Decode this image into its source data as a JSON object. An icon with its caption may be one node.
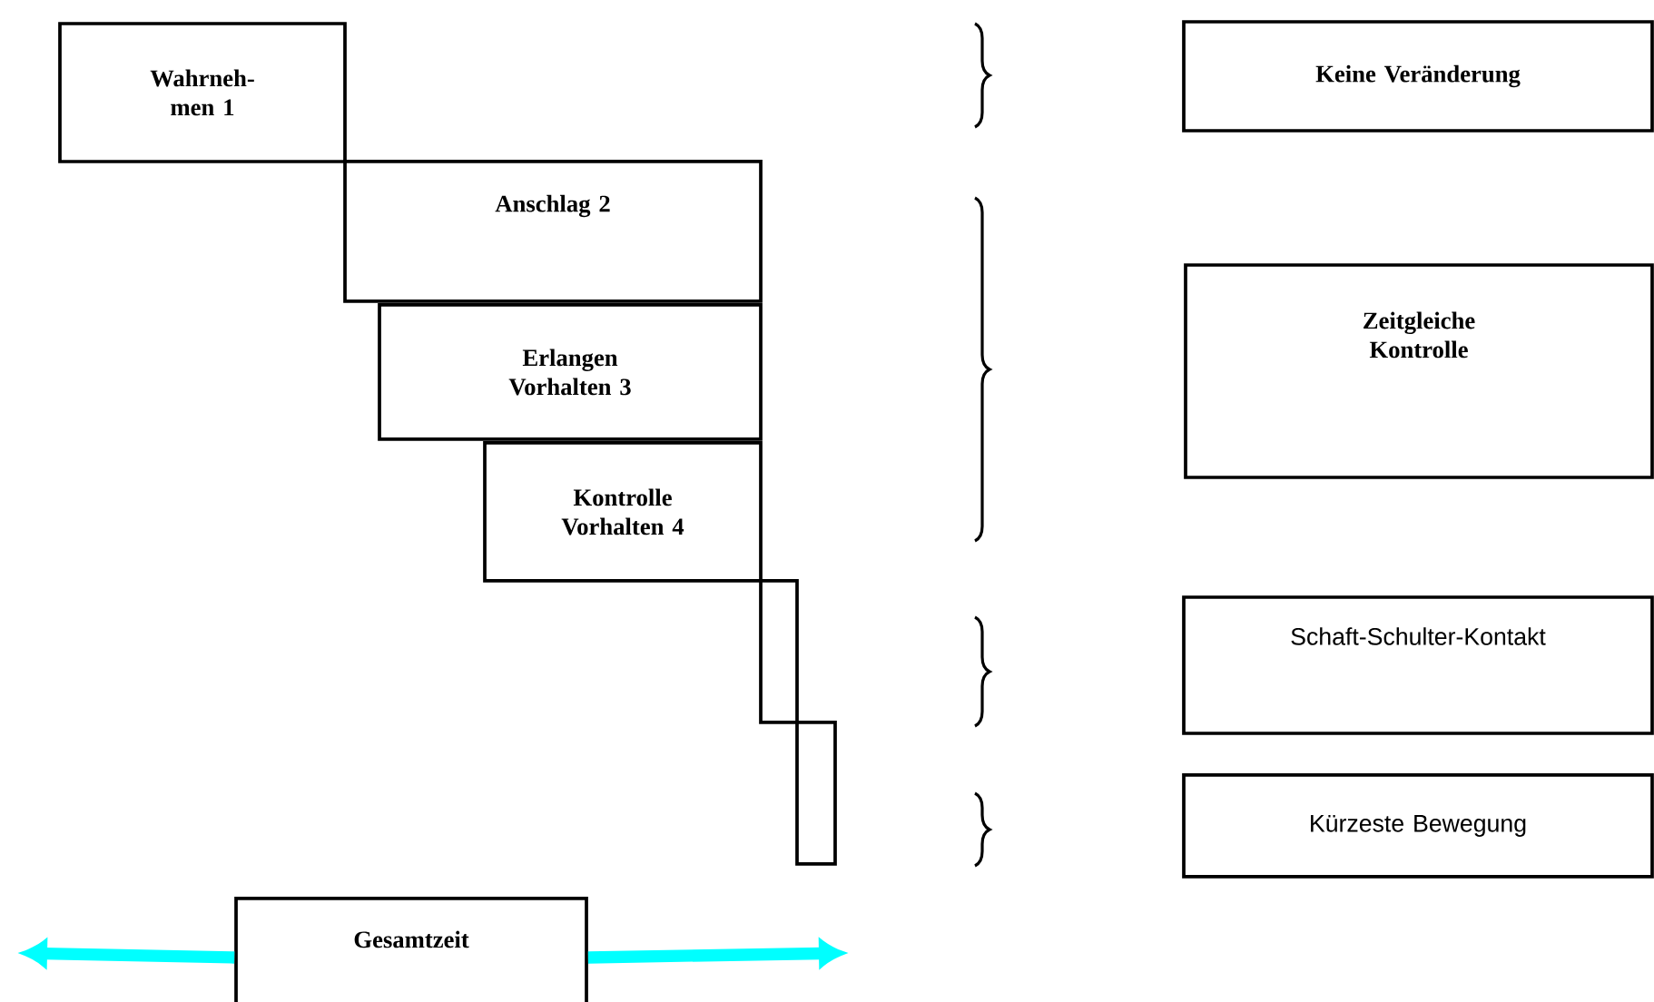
{
  "diagram": {
    "nodes": [
      {
        "text": [
          "Wahrneh- men 1"
        ]
      },
      {
        "text": [
          "Anschlag 2"
        ]
      },
      {
        "text": [
          "Erlangen Vorhalten 3"
        ]
      },
      {
        "text": [
          "Kontrolle Vorhalten 4"
        ]
      },
      {
        "text": [],
        "shape": "bar"
      },
      {
        "text": [],
        "shape": "bar"
      },
      {
        "text": [
          "Keine Veränderung"
        ]
      },
      {
        "text": [
          "Zeitgleiche Kontrolle"
        ]
      },
      {
        "text": [
          "Schaft-Schulter-Kontakt"
        ]
      },
      {
        "text": [
          "Kürzeste Bewegung"
        ]
      },
      {
        "text": [
          "Gesamtzeit"
        ]
      }
    ],
    "edges": [
      {
        "from": 10,
        "to": null,
        "arrow": "to",
        "color": "#00ffff"
      },
      {
        "from": 10,
        "to": null,
        "arrow": "to",
        "color": "#00ffff"
      }
    ]
  }
}
